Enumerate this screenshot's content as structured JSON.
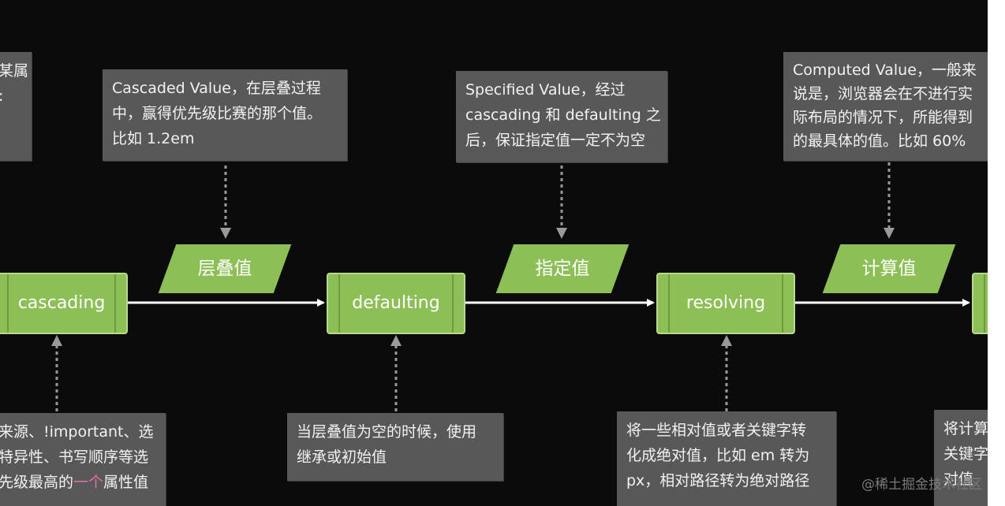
{
  "colors": {
    "background": "#0b0b0b",
    "note_fill": "#585858",
    "process_fill": "#8cc056",
    "arrow": "#ffffff",
    "dashed_arrow": "#9a9a9a",
    "highlight_text": "#d86fa8"
  },
  "processes": {
    "cascading": "cascading",
    "defaulting": "defaulting",
    "resolving": "resolving"
  },
  "values": {
    "cascaded": "层叠值",
    "specified": "指定值",
    "computed": "计算值"
  },
  "top_notes": {
    "partial_left": {
      "line1": "某属",
      "line2": ":"
    },
    "cascaded": {
      "line1": "Cascaded Value，在层叠过程",
      "line2": "中，赢得优先级比赛的那个值。",
      "line3": "比如 1.2em"
    },
    "specified": {
      "line1": "Specified Value，经过",
      "line2": "cascading 和 defaulting 之",
      "line3": "后，保证指定值一定不为空"
    },
    "computed": {
      "line1": "Computed Value，一般来",
      "line2": "说是，浏览器会在不进行实",
      "line3": "际布局的情况下，所能得到",
      "line4": "的最具体的值。比如 60%"
    }
  },
  "bottom_notes": {
    "cascading": {
      "line1": "来源、!important、选",
      "line2": "特异性、书写顺序等选",
      "line3_before": "先级最高的",
      "line3_highlight": "一个",
      "line3_after": "属性值"
    },
    "defaulting": {
      "line1": "当层叠值为空的时候，使用",
      "line2": "继承或初始值"
    },
    "resolving": {
      "line1": "将一些相对值或者关键字转",
      "line2": "化成绝对值，比如 em 转为",
      "line3": "px，相对路径转为绝对路径"
    },
    "partial_right": {
      "line1": "将计算",
      "line2": "关键字",
      "line3": "对值"
    }
  },
  "watermark": "@稀土掘金技术社区"
}
